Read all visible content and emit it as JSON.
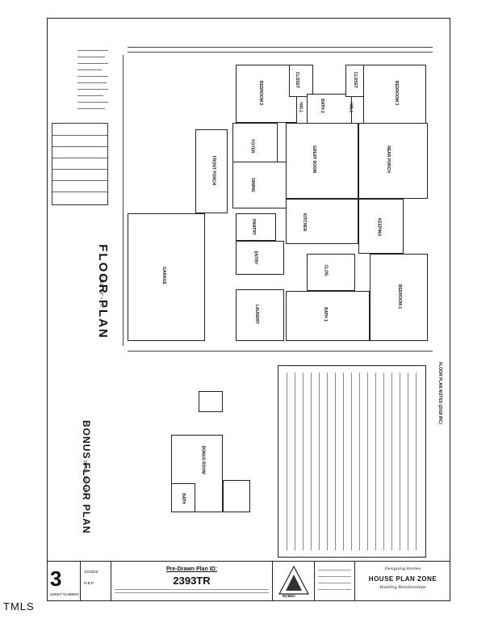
{
  "sheet": {
    "floor_plan_title": "FLOOR PLAN",
    "floor_plan_scale": "SCALE: 1/4\" = 1'-0\"",
    "bonus_plan_title": "BONUS FLOOR PLAN",
    "bonus_plan_scale": "SCALE: 1/4\" = 1'-0\"",
    "notes_title": "FLOOR PLAN NOTES (2018 IRC)"
  },
  "rooms": {
    "bedroom2": "BEDROOM 2",
    "bedroom3": "BEDROOM 3",
    "bath2": "BATH 2",
    "closet": "CLOSET",
    "hall": "HALL",
    "foyer": "FOYER",
    "dining": "DINING",
    "great_room": "GREAT ROOM",
    "rear_porch": "REAR PORCH",
    "front_porch": "FRONT PORCH",
    "kitchen": "KITCHEN",
    "keeping": "KEEPING",
    "pantry": "PANTRY",
    "entry": "ENTRY",
    "clos": "CLOS.",
    "bedroom1": "BEDROOM 1",
    "bath1": "BATH 1",
    "garage": "GARAGE",
    "laundry": "LAUNDRY",
    "bonus_room": "BONUS ROOM",
    "bath": "BATH"
  },
  "title_block": {
    "sheet_number": "3",
    "sheet_number_label": "SHEET NUMBER",
    "plan_id_label": "Pre-Drawn Plan ID:",
    "plan_id": "2393TR",
    "date": "12/20/18",
    "drawn_by": "R.B.P.",
    "company_tagline_top": "Designing Homes",
    "company_name": "HOUSE PLAN ZONE",
    "company_tagline_bottom": "Building Relationships",
    "seal_text": "NCBDC"
  },
  "footer_watermark": "TMLS"
}
